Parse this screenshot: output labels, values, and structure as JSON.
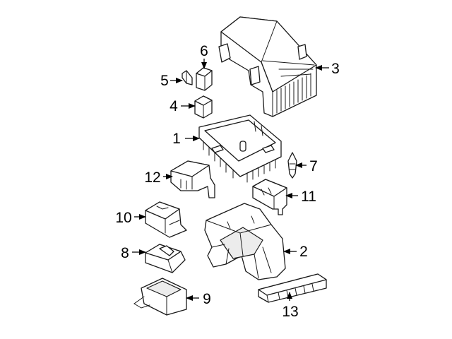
{
  "callouts": [
    {
      "id": "c1",
      "label": "1"
    },
    {
      "id": "c2",
      "label": "2"
    },
    {
      "id": "c3",
      "label": "3"
    },
    {
      "id": "c4",
      "label": "4"
    },
    {
      "id": "c5",
      "label": "5"
    },
    {
      "id": "c6",
      "label": "6"
    },
    {
      "id": "c7",
      "label": "7"
    },
    {
      "id": "c8",
      "label": "8"
    },
    {
      "id": "c9",
      "label": "9"
    },
    {
      "id": "c10",
      "label": "10"
    },
    {
      "id": "c11",
      "label": "11"
    },
    {
      "id": "c12",
      "label": "12"
    },
    {
      "id": "c13",
      "label": "13"
    }
  ],
  "colors": {
    "line": "#1a1a1a",
    "background": "#ffffff",
    "shade": "#ececec"
  }
}
